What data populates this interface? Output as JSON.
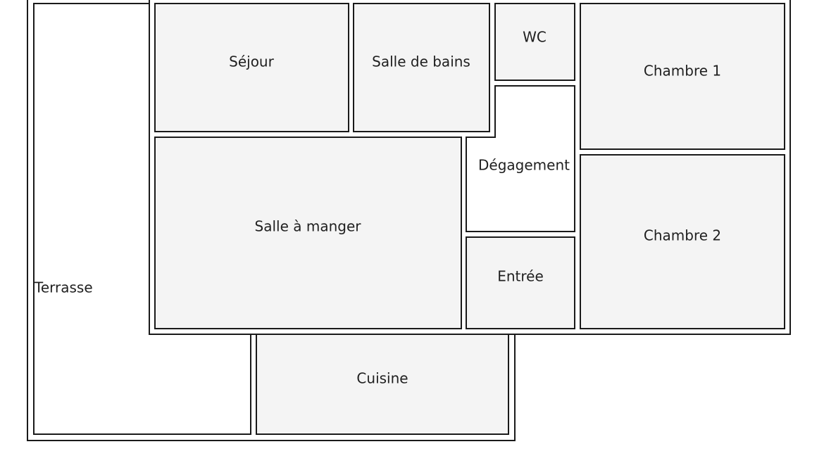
{
  "plan": {
    "rooms": [
      {
        "id": "terrasse",
        "label": "Terrasse",
        "fill": "#ffffff"
      },
      {
        "id": "sejour",
        "label": "Séjour",
        "fill": "#f4f4f4"
      },
      {
        "id": "salle-de-bains",
        "label": "Salle de bains",
        "fill": "#f4f4f4"
      },
      {
        "id": "wc",
        "label": "WC",
        "fill": "#f4f4f4"
      },
      {
        "id": "chambre-1",
        "label": "Chambre 1",
        "fill": "#f4f4f4"
      },
      {
        "id": "salle-a-manger",
        "label": "Salle à manger",
        "fill": "#f4f4f4"
      },
      {
        "id": "degagement",
        "label": "Dégagement",
        "fill": "#ffffff"
      },
      {
        "id": "chambre-2",
        "label": "Chambre 2",
        "fill": "#f4f4f4"
      },
      {
        "id": "entree",
        "label": "Entrée",
        "fill": "#f4f4f4"
      },
      {
        "id": "cuisine",
        "label": "Cuisine",
        "fill": "#f4f4f4"
      }
    ],
    "colors": {
      "wall": "#1a1a1a",
      "room_fill": "#f4f4f4",
      "open_fill": "#ffffff",
      "text": "#1f1f1f"
    }
  }
}
